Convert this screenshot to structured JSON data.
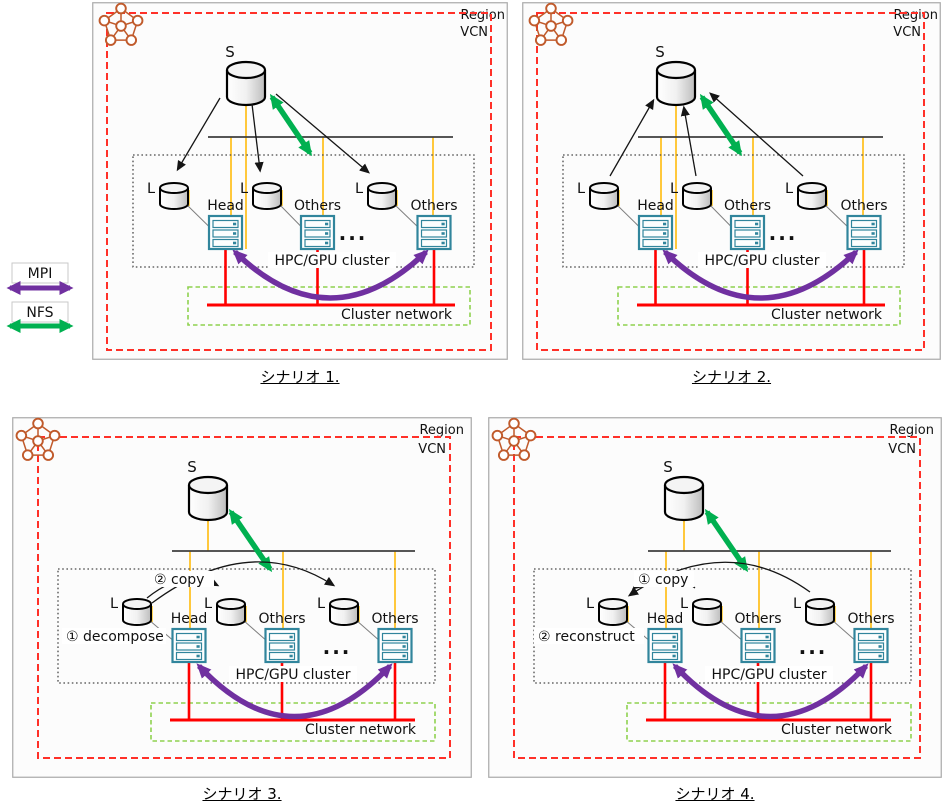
{
  "legend": {
    "mpi_label": "MPI",
    "nfs_label": "NFS"
  },
  "shared": {
    "region_label": "Region",
    "vcn_label": "VCN",
    "storage_label": "S",
    "local_disk_label": "L",
    "head_label": "Head",
    "others_label": "Others",
    "ellipsis": "...",
    "cluster_label": "HPC/GPU cluster",
    "network_label": "Cluster network"
  },
  "colors": {
    "mpi_purple": "#7030A0",
    "nfs_green": "#00B050",
    "subnet_gold": "#FFC83C",
    "cluster_red": "#FF0000",
    "vcn_dash_red": "#FF3028",
    "network_dash_green": "#8FD14F",
    "server_teal": "#31859C",
    "icon_orange": "#C05A2B",
    "panel_bg": "#FCFCFC",
    "panel_border": "#A9A9A9"
  },
  "panels": [
    {
      "caption": "シナリオ 1."
    },
    {
      "caption": "シナリオ 2."
    },
    {
      "caption": "シナリオ 3.",
      "copy_label": "② copy",
      "side_label": "① decompose"
    },
    {
      "caption": "シナリオ 4.",
      "copy_label": "① copy",
      "side_label": "② reconstruct"
    }
  ]
}
